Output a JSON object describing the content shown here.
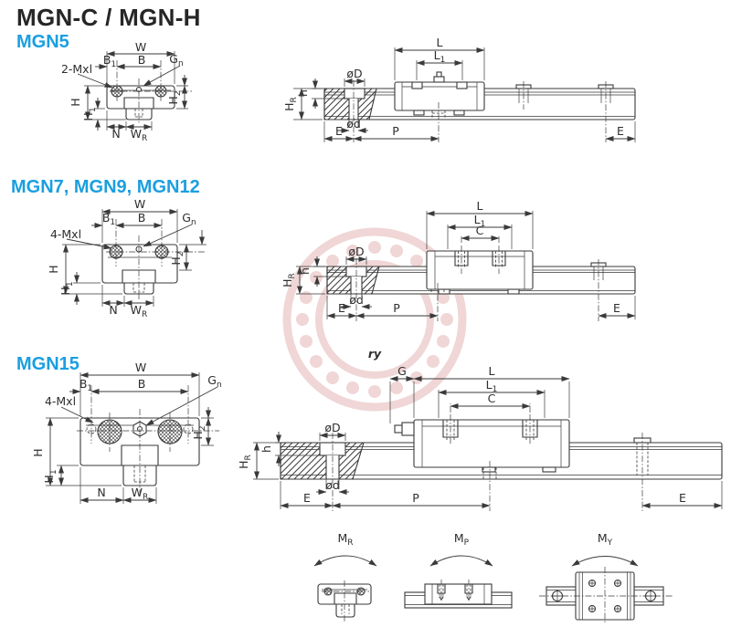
{
  "page": {
    "title": "MGN-C / MGN-H"
  },
  "sections": [
    {
      "label": "MGN5"
    },
    {
      "label": "MGN7, MGN9, MGN12"
    },
    {
      "label": "MGN15"
    }
  ],
  "dims": {
    "W": "W",
    "B": "B",
    "B1": {
      "base": "B",
      "sub": "1"
    },
    "Gn": {
      "base": "G",
      "sub": "n"
    },
    "screws2": "2-Mxl",
    "screws4": "4-Mxl",
    "H": "H",
    "H1": {
      "base": "H",
      "sub": "1"
    },
    "H2": {
      "base": "H",
      "sub": "2"
    },
    "N": "N",
    "WR": {
      "base": "W",
      "sub": "R"
    },
    "L": "L",
    "L1": {
      "base": "L",
      "sub": "1"
    },
    "C": "C",
    "G": "G",
    "E": "E",
    "P": "P",
    "h": "h",
    "HR": {
      "base": "H",
      "sub": "R"
    },
    "dD": "øD",
    "dd": "ød",
    "MR": {
      "base": "M",
      "sub": "R"
    },
    "MP": {
      "base": "M",
      "sub": "P"
    },
    "MY": {
      "base": "M",
      "sub": "Y"
    }
  },
  "watermark": {
    "text": "ry"
  },
  "colors": {
    "accent": "#1a9fe0",
    "line": "#3a3a3a",
    "watermark": "#f0d6d6",
    "title": "#262626"
  }
}
